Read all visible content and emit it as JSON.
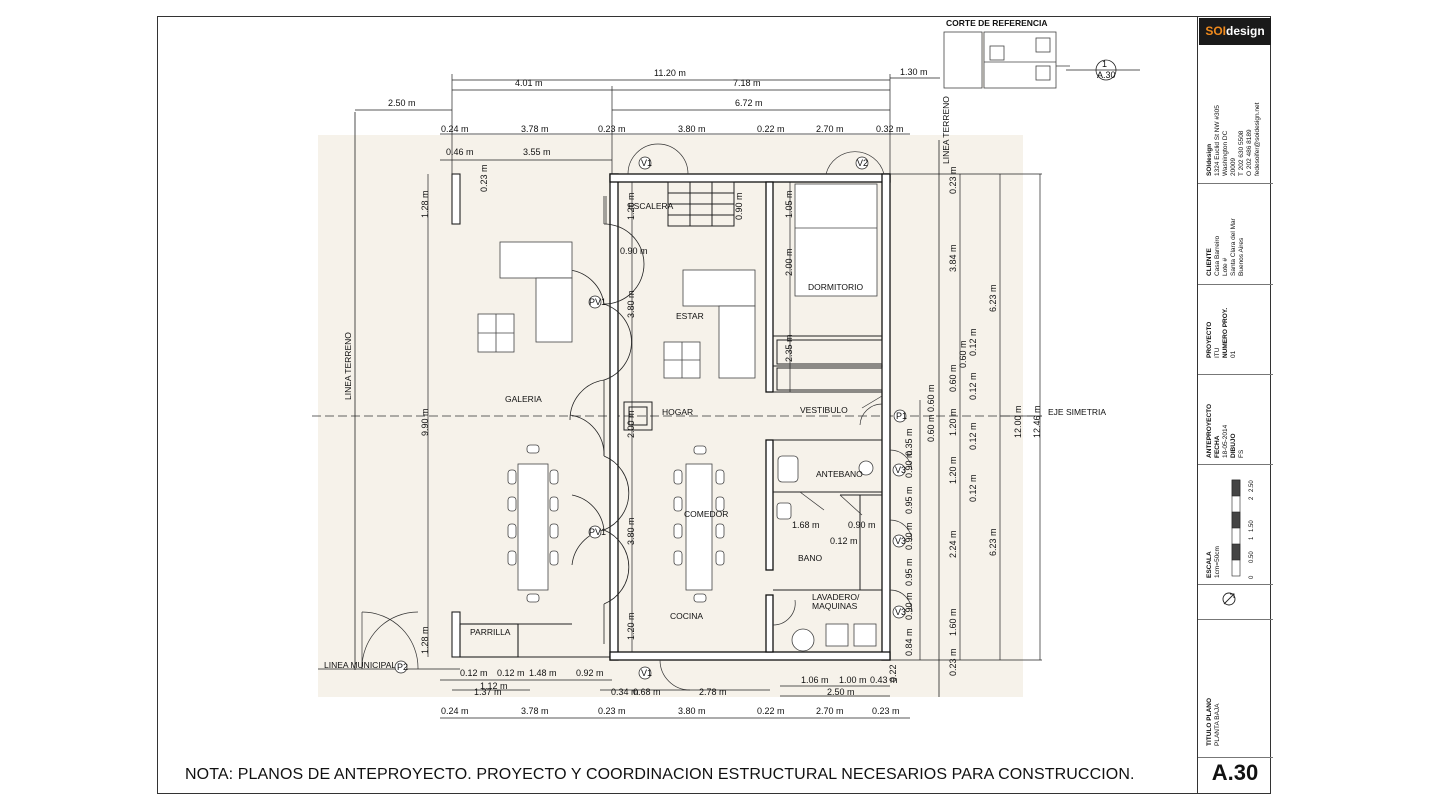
{
  "note": "NOTA: PLANOS DE ANTEPROYECTO. PROYECTO Y COORDINACION ESTRUCTURAL NECESARIOS PARA CONSTRUCCION.",
  "reference_title": "CORTE DE REFERENCIA",
  "section_marker": {
    "number": "1",
    "sheet": "A.30"
  },
  "titleblock": {
    "logo_a": "SOI",
    "logo_b": "design",
    "firm": [
      "SOIdesign",
      "1324 Euclid St NW #305",
      "Washington DC",
      "20009",
      "T 202 630 5508",
      "O 202 486 8189",
      "fedesoifer@soidesign.net"
    ],
    "client_label": "CLIENTE",
    "client": [
      "Casa Barreiro",
      "Lote #",
      "Santa Clara del Mar",
      "Buenos Aires"
    ],
    "project_label": "PROYECTO",
    "project": "ITU",
    "project_num_label": "NUMERO PROY.",
    "project_num": "01",
    "stage": "ANTEPROYECTO",
    "date_label": "FECHA",
    "date": "18-05-2014",
    "drawing_label": "DIBUJO",
    "drawing": "FS",
    "scale_label": "ESCALA",
    "scale": "1cm=50cm",
    "scale_ticks": [
      "0",
      "0.50",
      "1",
      "1.50",
      "2",
      "2.50"
    ],
    "sheet_title_label": "TITULO PLANO",
    "sheet_title": "PLANTA BAJA",
    "sheet_number": "A.30"
  },
  "rooms": {
    "galeria": "GALERIA",
    "estar": "ESTAR",
    "escalera": "ESCALERA",
    "dormitorio": "DORMITORIO",
    "vestibulo": "VESTIBULO",
    "hogar": "HOGAR",
    "comedor": "COMEDOR",
    "cocina": "COCINA",
    "antebano": "ANTEBANO",
    "bano": "BANO",
    "lavadero": "LAVADERO/",
    "maquinas": "MAQUINAS",
    "parrilla": "PARRILLA"
  },
  "site_labels": {
    "linea_terreno_left": "LINEA TERRENO",
    "linea_terreno_right": "LINEA TERRENO",
    "linea_municipal": "LINEA MUNICIPAL",
    "eje_simetria": "EJE SIMETRIA"
  },
  "openings": {
    "v1": "V1",
    "v2": "V2",
    "v3": "V3",
    "pv1": "PV1",
    "p1": "P1",
    "p2": "P2"
  },
  "dims": {
    "top1": "11.20 m",
    "top2a": "4.01 m",
    "top2b": "7.18 m",
    "top_1_30": "1.30 m",
    "top3": "6.72 m",
    "top_2_50": "2.50 m",
    "t_024": "0.24 m",
    "t_378": "3.78 m",
    "t_023a": "0.23 m",
    "t_380": "3.80 m",
    "t_022": "0.22 m",
    "t_270": "2.70 m",
    "t_032": "0.32 m",
    "t_046": "0.46 m",
    "t_355": "3.55 m",
    "t_023b": "0.23 m",
    "l_128a": "1.28 m",
    "l_990": "9.90 m",
    "l_128b": "1.28 m",
    "i_120": "1.20 m",
    "i_090": "0.90 m",
    "i_090b": "0.90 m",
    "i_380a": "3.80 m",
    "i_200": "2.00 m",
    "i_380b": "3.80 m",
    "i_120b": "1.20 m",
    "d_105": "1.05 m",
    "d_200": "2.00 m",
    "d_235": "2.35 m",
    "d_168": "1.68 m",
    "d_090": "0.90 m",
    "d_012": "0.12 m",
    "r_023a": "0.23 m",
    "r_384": "3.84 m",
    "r_623a": "6.23 m",
    "r_060a": "0.60 m",
    "r_060b": "0.60 m",
    "r_012a": "0.12 m",
    "r_012b": "0.12 m",
    "r_060c": "0.60 m",
    "r_060d": "0.60 m",
    "r_120a": "1.20 m",
    "r_012c": "0.12 m",
    "r_120b": "1.20 m",
    "r_012d": "0.12 m",
    "r_224": "2.24 m",
    "r_623b": "6.23 m",
    "r_160": "1.60 m",
    "r_023b": "0.23 m",
    "r_1200": "12.00 m",
    "r_1246": "12.46 m",
    "w_035": "0.35 m",
    "w_090a": "0.90 m",
    "w_095a": "0.95 m",
    "w_090b": "0.90 m",
    "w_095b": "0.95 m",
    "w_090c": "0.90 m",
    "w_084": "0.84 m",
    "b_012a": "0.12 m",
    "b_012b": "0.12 m",
    "b_148": "1.48 m",
    "b_092": "0.92 m",
    "b_137": "1.37 m",
    "b_112": "1.12 m",
    "b_034": "0.34 m",
    "b_068": "0.68 m",
    "b_278": "2.78 m",
    "b_106": "1.06 m",
    "b_100": "1.00 m",
    "b_043": "0.43 m",
    "b_250": "2.50 m",
    "b_022s": "0.22",
    "bb_024": "0.24 m",
    "bb_378": "3.78 m",
    "bb_023a": "0.23 m",
    "bb_380": "3.80 m",
    "bb_022": "0.22 m",
    "bb_270": "2.70 m",
    "bb_023b": "0.23 m"
  }
}
